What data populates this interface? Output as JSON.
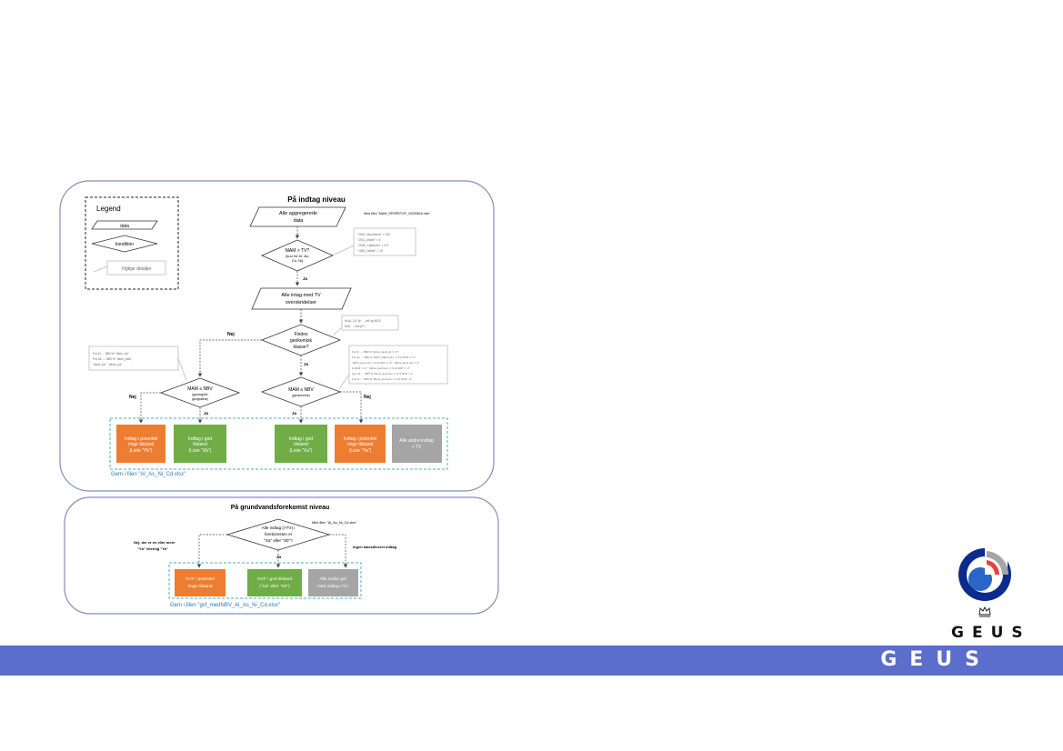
{
  "top": {
    "title": "På indtag niveau",
    "legend": {
      "title": "Legend",
      "data": "data",
      "condition": "kondition",
      "details": "Vigtige detaljer"
    },
    "data_all": [
      "Alle aggregerede",
      "data"
    ],
    "file_note": "Med filen \"MAM_SPORSTOF_20200616.xlsx\"",
    "cond_tv": [
      "MAM > TV?",
      "(kun for Al, As,",
      "Cd, Ni)"
    ],
    "tv_note": [
      "\"1501_Aluminium\" > 100",
      "\"1511_Arsen\" > 5",
      "\"1546_Cadmium\" > 0.5",
      "\"1581_Nikkel\" > 10"
    ],
    "yes": "Ja",
    "no": "Nej",
    "data_exceed": [
      "Alle intag med TV",
      "overskridelser"
    ],
    "cond_geo": [
      "Findes",
      "geokemisk",
      "klasse?"
    ],
    "geo_note": [
      "til As, Cd, Ni → pH og NO3",
      "til Al → kun pH"
    ],
    "geol_note": [
      "For Al → NBV til \"dkmr_ka\"",
      "For As → NBV til \"dkmf_kalk\",",
      "\"dkmf_ka\", \"dkms_ka\""
    ],
    "chem_note": [
      "For Al → NBV til \"dkms_ka & pH >= 6\"",
      "For As → NBV til \"dkmf_kalk & pH >= 6 & NO3 >= 2\",",
      "\"dkmf_ka & pH >= 6 & NO3 >= 2\", \"dkms_ka & pH >= 6",
      "& NO3 >= 2\", \"dkms_ka & pH >= 6 & NO3 >= 2\"",
      "For Cd → NBV til \"dkms_ka & pH >= 6 & NO3 > 2\"",
      "For Ni → NBV til \"dkms_ka & pH >= 6 & NO3 > 2\""
    ],
    "cond_geol": [
      "MAM ≤ NBV",
      "(geologisk/",
      "geografisk)"
    ],
    "cond_chem": [
      "MAM ≤ NBV",
      "(geokemisk)"
    ],
    "box_yb": [
      "Indtag i potentiel",
      "ringe tilstand",
      "(Liste \"Yb\")"
    ],
    "box_xb": [
      "Indtag i god",
      "tilstand",
      "(Liste \"Xb\")"
    ],
    "box_xa": [
      "Indtag i god",
      "tilstand",
      "(Liste \"Xa\")"
    ],
    "box_ya": [
      "Indtag i potentiel",
      "ringe tilstand",
      "(Liste \"Ya\")"
    ],
    "box_other": [
      "Alle andre indtag",
      "> TV"
    ],
    "save": "Gem i filen \"Al_As_Ni_Cd.xlsx\""
  },
  "bottom": {
    "title": "På grundvandsforekomst niveau",
    "cond": [
      "Alle indtag (>TV) i",
      "forekomsten er",
      "\"Xa\" eller \"Xb\"?"
    ],
    "file_note": "Med filen \"Al_As_Ni_Cd.xlsx\"",
    "no_label": [
      "Nej, der er en eller mere",
      "\"Yb\" eller/og \"Ya\""
    ],
    "none_label": "Ingen klassificeret indtag",
    "yes": "Ja",
    "box_poor": [
      "GVF i potentiel",
      "ringe tilstand"
    ],
    "box_good": [
      "GVF i god tilstand",
      "(\"Xa\" eller \"Xb\")"
    ],
    "box_other": [
      "Alle andre gvf",
      "med indtag >TV"
    ],
    "save": "Gem i filen \"gvf_medNBV_Al_As_Ni_Cd.xlsx\""
  },
  "brand": {
    "logo_word": "GEUS",
    "band_word": "GEUS"
  },
  "colors": {
    "orange": "#ed7d31",
    "green": "#70ad47",
    "gray": "#a5a5a5",
    "teal": "#4bacc6",
    "frame": "#7f8fb8",
    "band": "#5b6ecc",
    "logo_blue": "#0c2b8a",
    "logo_red": "#e8413a"
  }
}
